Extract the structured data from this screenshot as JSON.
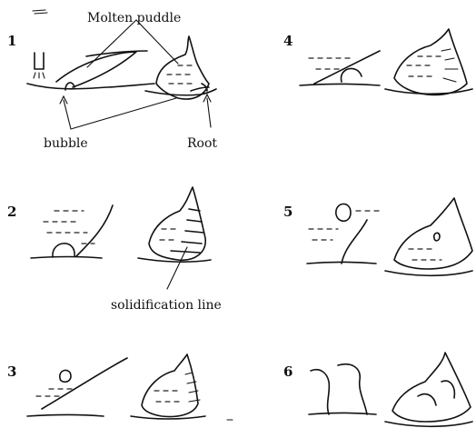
{
  "panels": [
    {
      "number": "1"
    },
    {
      "number": "2"
    },
    {
      "number": "3"
    },
    {
      "number": "4"
    },
    {
      "number": "5"
    },
    {
      "number": "6"
    }
  ],
  "labels": {
    "molten_puddle": "Molten puddle",
    "bubble": "bubble",
    "root": "Root",
    "solidification_line": "solidification line"
  }
}
